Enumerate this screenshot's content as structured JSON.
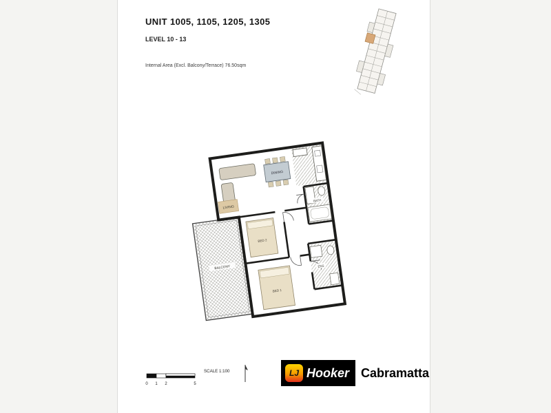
{
  "document": {
    "title": "UNIT 1005, 1105, 1205, 1305",
    "level": "LEVEL 10 - 13",
    "area_note": "Internal Area (Excl. Balcony/Terrace) 76.50sqm"
  },
  "floorplan": {
    "labels": {
      "living": "LIVING",
      "dining": "DINING",
      "bed1": "BED 1",
      "bed2": "BED 2",
      "balcony": "BALCONY",
      "bath": "BATH",
      "ensuite": "ENS"
    }
  },
  "footer": {
    "scale_label": "SCALE 1:100",
    "ticks": [
      "0",
      "1",
      "2",
      "5"
    ],
    "logo": {
      "lj": "LJ",
      "hooker": "Hooker",
      "location": "Cabramatta"
    }
  },
  "colors": {
    "wall": "#1d1d1b",
    "furniture_tan": "#e9dfc6",
    "rug_tan": "#ddc9a4",
    "highlight_unit": "#d8a878",
    "logo_black": "#000000",
    "logo_gradient_top": "#ffd400",
    "logo_gradient_bottom": "#e2301e"
  }
}
